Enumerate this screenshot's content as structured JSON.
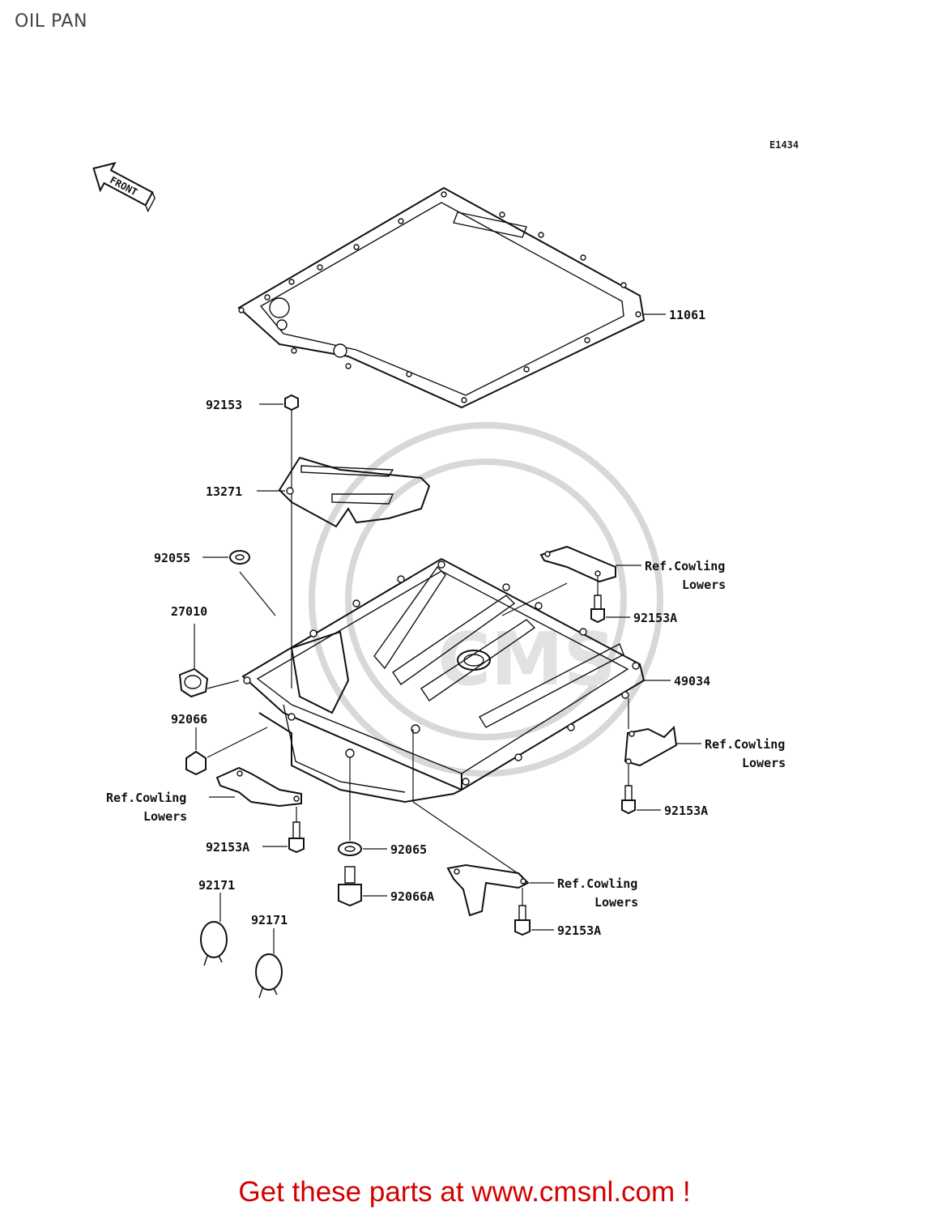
{
  "page": {
    "title": "OIL PAN",
    "diagram_code": "E1434",
    "front_marker": "FRONT",
    "call_to_action": "Get these parts at www.cmsnl.com !"
  },
  "labels": {
    "p11061": "11061",
    "p92153_top": "92153",
    "p13271": "13271",
    "p92055": "92055",
    "p27010": "27010",
    "p92066": "92066",
    "p49034": "49034",
    "p92153A_r1": "92153A",
    "p92153A_r2": "92153A",
    "p92153A_l": "92153A",
    "p92153A_b": "92153A",
    "p92065": "92065",
    "p92066A": "92066A",
    "p92171_a": "92171",
    "p92171_b": "92171"
  },
  "refs": {
    "ref1_line1": "Ref.Cowling",
    "ref1_line2": "Lowers",
    "ref2_line1": "Ref.Cowling",
    "ref2_line2": "Lowers",
    "ref3_line1": "Ref.Cowling",
    "ref3_line2": "Lowers",
    "ref4_line1": "Ref.Cowling",
    "ref4_line2": "Lowers"
  },
  "watermark": "CMS"
}
